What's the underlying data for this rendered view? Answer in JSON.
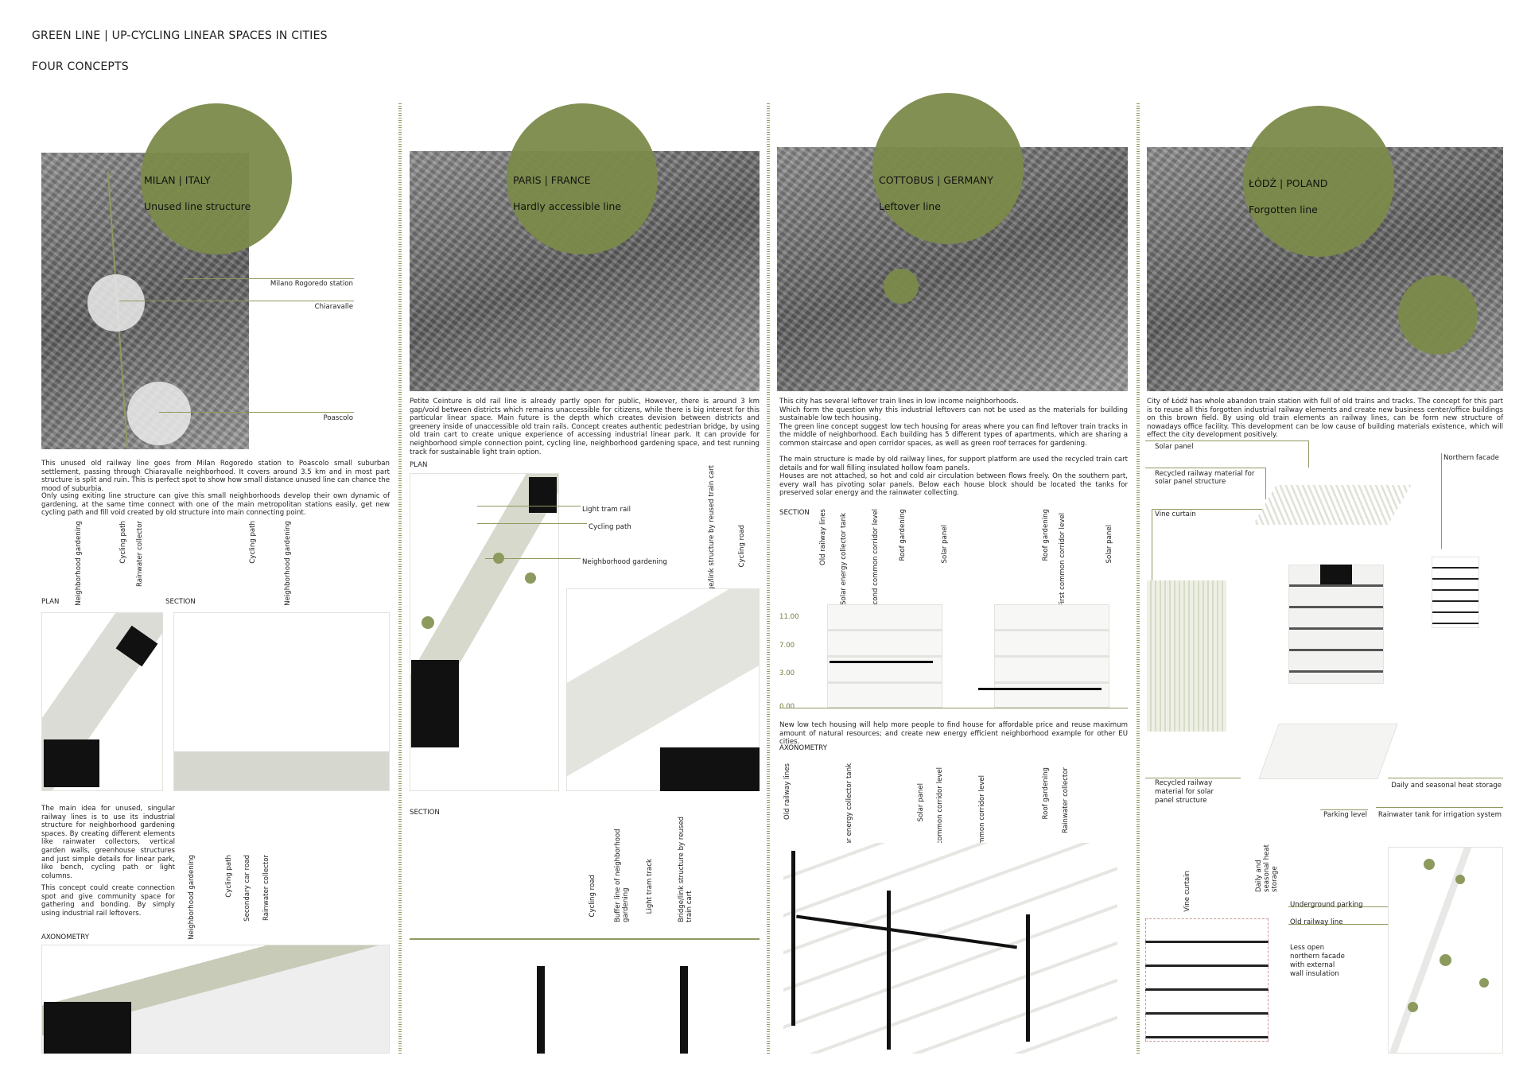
{
  "header": {
    "title": "GREEN LINE | UP-CYCLING LINEAR SPACES IN CITIES",
    "subtitle": "FOUR CONCEPTS"
  },
  "colors": {
    "accent": "#7b8a4a",
    "line": "#8c9a5e"
  },
  "milan": {
    "city": "MILAN | ITALY",
    "concept": "Unused line structure",
    "map_labels": [
      "Milano Rogoredo station",
      "Chiaravalle",
      "Poascolo"
    ],
    "text1": "This unused old railway line goes from Milan Rogoredo station to Poascolo small suburban settlement, passing through Chiaravalle neighborhood. It covers around 3.5 km and in most part structure is split and ruin. This is perfect spot to show how small distance unused line can chance the mood of suburbia.",
    "text2": "Only using exiting line structure can give this small neighborhoods develop their own dynamic of gardening, at the same time connect with one of the main metropolitan stations easily, get new cycling path and fill void created by old structure into main connecting point.",
    "plan_label": "PLAN",
    "section_label": "SECTION",
    "plan_tags": [
      "Neighborhood gardening",
      "Cycling path",
      "Rainwater collector"
    ],
    "section_tags": [
      "Cycling path",
      "Neighborhood gardening"
    ],
    "text3": "The main idea for unused, singular railway lines is to use its industrial structure for neighborhood gardening spaces. By creating different elements like rainwater collectors, vertical garden walls, greenhouse structures and just simple details for linear park, like bench, cycling path or light columns.",
    "text4": "This concept could create connection spot and give community space for gathering and bonding. By simply using industrial rail leftovers.",
    "axo_label": "AXONOMETRY",
    "axo_tags": [
      "Neighborhood gardening",
      "Cycling path",
      "Secondary car road",
      "Rainwater collector"
    ]
  },
  "paris": {
    "city": "PARIS | FRANCE",
    "concept": "Hardly accessible line",
    "text1": "Petite Ceinture is old rail line is already partly open for public, However, there is around 3 km gap/void between districts which remains unaccessible for citizens, while there is big interest for this particular linear space. Main future is the depth which creates devision between districts and greenery inside of unaccessible old train rails. Concept creates authentic pedestrian bridge, by using old train cart to create unique experience of accessing industrial linear park. It can provide for neighborhood simple connection point, cycling line, neighborhood gardening space, and test running track for sustainable light train option.",
    "plan_label": "PLAN",
    "plan_tags": [
      "Light tram rail",
      "Cycling path",
      "Neighborhood gardening"
    ],
    "axo_tags": [
      "Bridge/link structure by reused train cart",
      "Cycling road"
    ],
    "section_label": "SECTION",
    "section_tags": [
      "Cycling road",
      "Buffer line of neighborhood gardening",
      "Light tram track",
      "Bridge/link structure by reused train cart"
    ]
  },
  "cottbus": {
    "city": "COTTOBUS | GERMANY",
    "concept": "Leftover line",
    "text1": "This city has several leftover train lines in low income neighborhoods.\nWhich form the question why this industrial leftovers can not be used as the materials for building sustainable low tech housing.\nThe green line concept suggest  low tech housing for areas where you can find leftover train tracks in the middle of neighborhood. Each building has 5 different types of apartments, which are sharing a common staircase and open corridor spaces, as well as green roof terraces for gardening.",
    "text2": "The main structure is made by old railway lines, for support platform are used the recycled train cart details and for wall filling insulated hollow foam panels.\nHouses are not attached, so hot and cold air circulation between flows freely. On the southern part, every wall has pivoting solar panels. Below each house block should be located  the tanks for preserved solar energy and the rainwater collecting.",
    "section_label": "SECTION",
    "levels": [
      "11.00",
      "7.00",
      "3.00",
      "0.00"
    ],
    "section_tags_a": [
      "Old railway lines",
      "Solar energy collector tank",
      "Second common corridor level",
      "Roof gardening",
      "Solar panel"
    ],
    "section_tags_b": [
      "Roof gardening",
      "First common corridor level",
      "Solar panel"
    ],
    "text3": "New low tech housing will help more people to find house for affordable price and reuse maximum amount of natural resources; and create new energy efficient neighborhood example for other EU cities.",
    "axo_label": "AXONOMETRY",
    "axo_tags": [
      "Old railway lines",
      "Solar energy collector tank",
      "Solar panel",
      "Second common corridor level",
      "First common corridor level",
      "Roof gardening",
      "Rainwater collector"
    ]
  },
  "lodz": {
    "city": "ŁÓDŹ | POLAND",
    "concept": "Forgotten line",
    "text1": "City of Łódź has whole abandon train station with full of old trains and tracks. The concept for this part is to reuse all this forgotten industrial railway elements and create new business center/office buildings on this brown field. By using old train elements an railway lines, can be form new structure of nowadays office facility. This development can be low cause of building materials  existence, which will effect the city development positively.",
    "tags": {
      "solar_panel": "Solar panel",
      "recycled_top": "Recycled railway material for solar panel structure",
      "vine_curtain": "Vine curtain",
      "northern_facade": "Northern facade",
      "recycled_bottom": "Recycled railway material for solar panel structure",
      "parking_level": "Parking level",
      "heat_storage": "Daily and seasonal heat storage",
      "rainwater_tank": "Rainwater tank for irrigation system",
      "vine_curtain_2": "Vine curtain",
      "heat_storage_2": "Daily and seasonal heat storage",
      "underground_parking": "Underground parking",
      "old_railway": "Old railway line",
      "less_open": "Less open northern facade with external wall insulation"
    }
  }
}
